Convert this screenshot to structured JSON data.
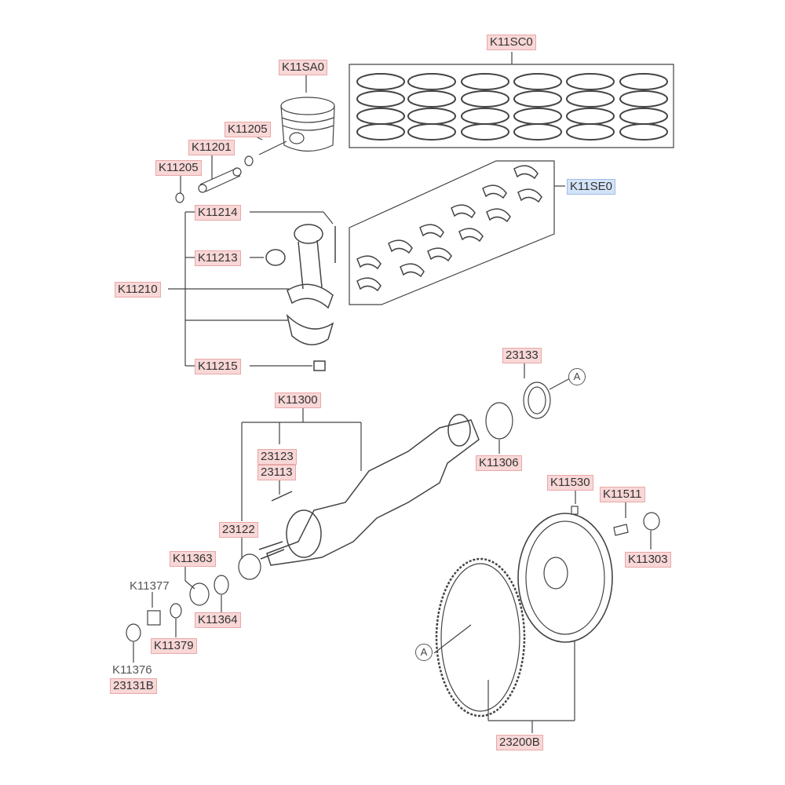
{
  "parts": {
    "piston_rings": "K11SC0",
    "piston": "K11SA0",
    "snap_ring_top": "K11205",
    "piston_pin": "K11201",
    "snap_ring_left": "K11205",
    "bearing_set": "K11SE0",
    "conrod_bolt": "K11214",
    "small_end_bushing": "K11213",
    "connecting_rod": "K11210",
    "conrod_nut": "K11215",
    "crankshaft": "K11300",
    "part_23133": "23133",
    "part_23123": "23123",
    "part_23113": "23113",
    "thrust_washer": "K11306",
    "sprocket_23122": "23122",
    "part_k11530": "K11530",
    "part_k11511": "K11511",
    "part_k11363": "K11363",
    "part_k11303": "K11303",
    "part_k11377": "K11377",
    "part_k11364": "K11364",
    "part_k11379": "K11379",
    "part_k11376": "K11376",
    "part_23131b": "23131B",
    "flywheel_assy": "23200B"
  },
  "markers": {
    "ref_a_top": "A",
    "ref_a_bottom": "A"
  },
  "colors": {
    "label_bg": "#f9d7d7",
    "label_border": "#e8a8a8",
    "highlight_bg": "#d3e3f8",
    "line": "#444444"
  }
}
